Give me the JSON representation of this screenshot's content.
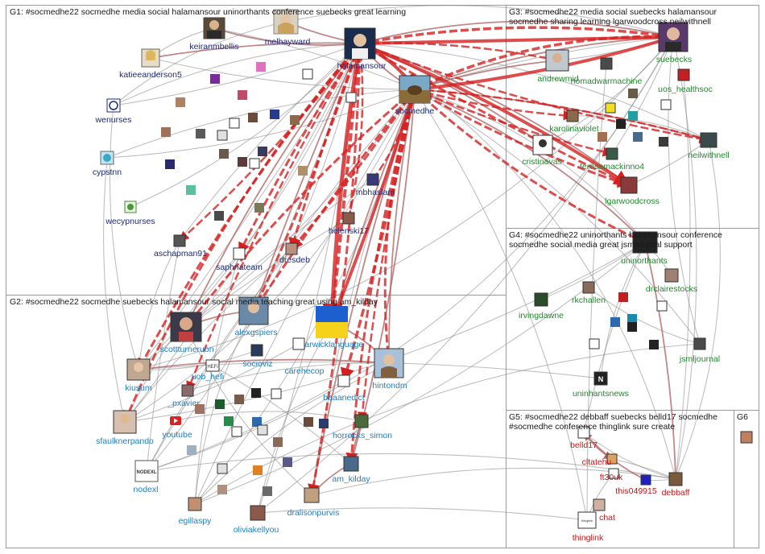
{
  "colors": {
    "g1": "#1c2a78",
    "g2": "#1e7fc0",
    "g3": "#1f8a2a",
    "g4": "#1f8a2a",
    "g5": "#c01818",
    "edge_gray": "#8a8a8a",
    "edge_red": "#d42020",
    "edge_rose": "#b06a6a"
  },
  "groups": [
    {
      "id": "G1",
      "line1": "G1: #socmedhe22 socmedhe media social halamansour uninorthants conference suebecks great learning",
      "line2": ""
    },
    {
      "id": "G2",
      "line1": "G2: #socmedhe22 socmedhe suebecks halamansour social media teaching great using am_kilday",
      "line2": ""
    },
    {
      "id": "G3",
      "line1": "G3: #socmedhe22 media social suebecks halamansour",
      "line2": "socmedhe sharing learning lgarwoodcross neilwithnell"
    },
    {
      "id": "G4",
      "line1": "G4: #socmedhe22 uninorthants halamansour conference",
      "line2": "socmedhe social media great jsmljournal support"
    },
    {
      "id": "G5",
      "line1": "G5: #socmedhe22 debbaff suebecks belld17 socmedhe",
      "line2": "#socmedhe conference thinglink sure create"
    },
    {
      "id": "G6",
      "line1": "G6",
      "line2": ""
    }
  ],
  "nodes": {
    "g1": [
      "keiranmbellis",
      "melhayward",
      "halamansour",
      "katieeanderson5",
      "socmedhe",
      "wenurses",
      "cypstnn",
      "mbhaslam",
      "wecypnurses",
      "helenski17",
      "aschapman91",
      "saphnateam",
      "dresdeb"
    ],
    "g2": [
      "alexgspiers",
      "scottturneruon",
      "warwicklanguage",
      "socioviz",
      "carehecop",
      "uob_hefi",
      "kiusum",
      "hintondm",
      "_pxavier",
      "baaanedict",
      "youtube",
      "sfaulknerpando",
      "horrocks_simon",
      "am_kilday",
      "nodexl",
      "egillaspy",
      "oliviakellyou",
      "dralisonpurvis"
    ],
    "g3": [
      "suebecks",
      "andrewmid",
      "nomadwarmachine",
      "uos_healthsoc",
      "karolinaviolet",
      "neilwithnell",
      "cristinavas",
      "teresamackinno4",
      "lgarwoodcross"
    ],
    "g4": [
      "uninorthants",
      "drclairestocks",
      "rkchallen",
      "irvingdawne",
      "jsmljournal",
      "uninhantsnews"
    ],
    "g5": [
      "belld17",
      "cltatehu",
      "ft30uk",
      "this049915",
      "debbaff",
      "chat",
      "thinglink"
    ]
  },
  "icon_labels": {
    "nodexl_logo": "NODEXL",
    "news_logo": "N",
    "hefi_logo": "HEFi",
    "thinglink_logo": "thinglink"
  }
}
